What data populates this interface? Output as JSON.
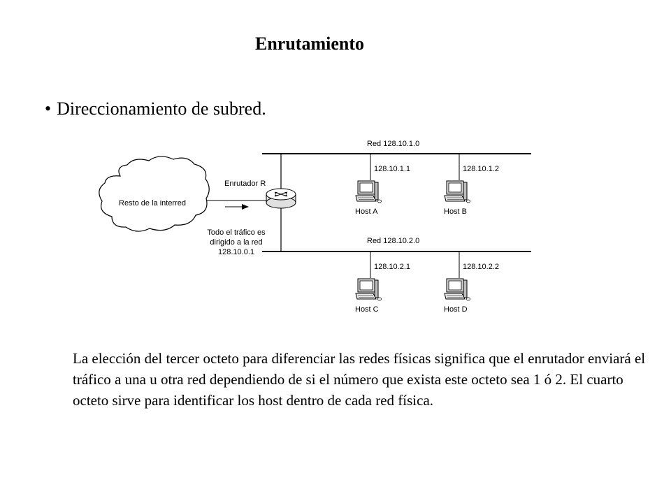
{
  "slide": {
    "title": "Enrutamiento",
    "bullet_mark": "•",
    "bullet_text": "Direccionamiento  de subred.",
    "description": "La elección del tercer octeto para diferenciar las redes físicas significa que el enrutador enviará el tráfico a una u otra red dependiendo de si el número que exista este octeto sea 1 ó 2. El cuarto octeto sirve para identificar los host dentro de cada red física."
  },
  "diagram": {
    "cloud_label": "Resto de la interred",
    "router_label": "Enrutador R",
    "router_note_line1": "Todo el tráfico es",
    "router_note_line2": "dirigido a la red",
    "router_note_line3": "128.10.0.1",
    "networks": [
      {
        "label": "Red 128.10.1.0",
        "hosts": [
          {
            "name": "Host A",
            "ip": "128.10.1.1"
          },
          {
            "name": "Host B",
            "ip": "128.10.1.2"
          }
        ]
      },
      {
        "label": "Red 128.10.2.0",
        "hosts": [
          {
            "name": "Host C",
            "ip": "128.10.2.1"
          },
          {
            "name": "Host D",
            "ip": "128.10.2.2"
          }
        ]
      }
    ]
  }
}
